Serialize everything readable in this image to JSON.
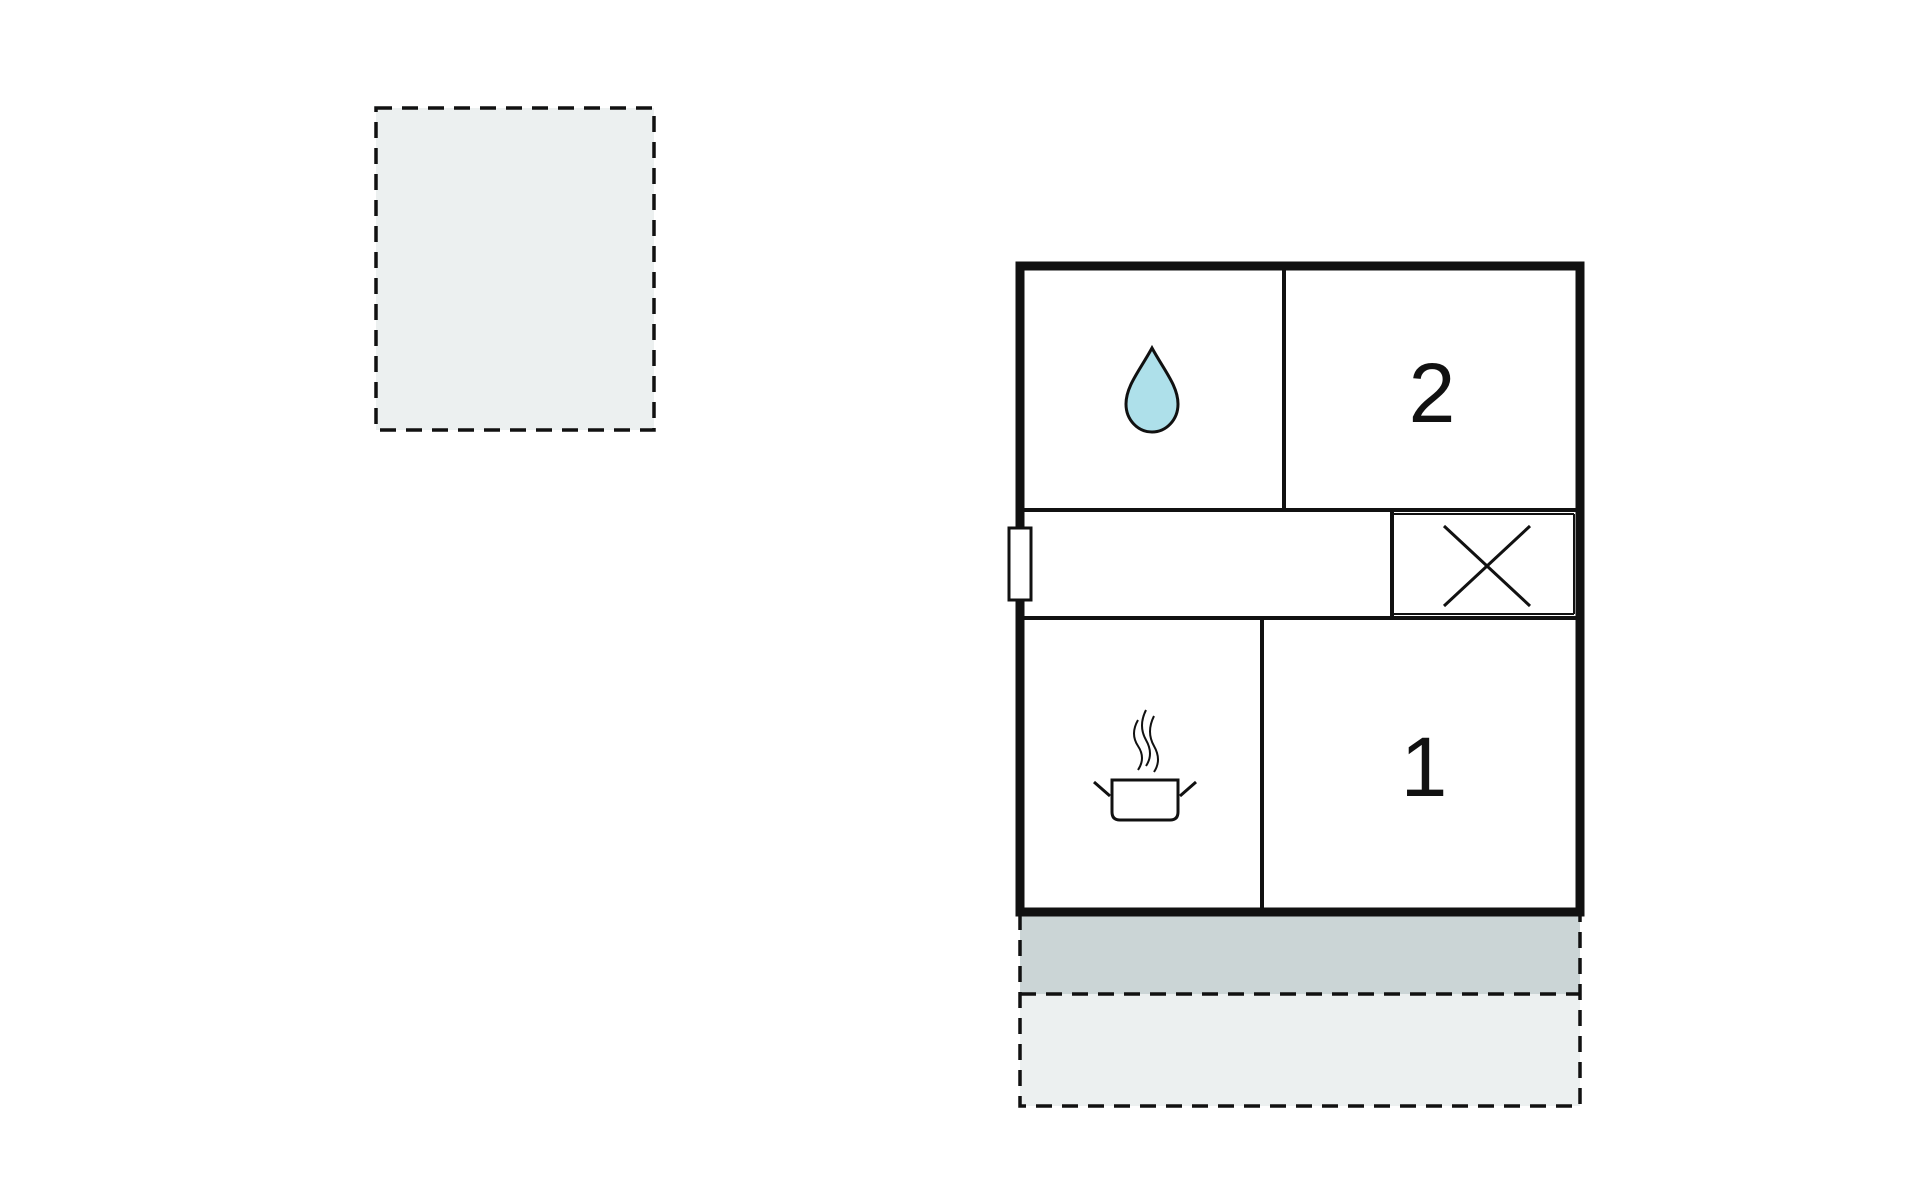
{
  "rooms": {
    "bedroom_top": {
      "number": "2",
      "icon": "bedroom-number"
    },
    "bedroom_bottom": {
      "number": "1",
      "icon": "bedroom-number"
    },
    "bathroom": {
      "icon": "water-drop-icon"
    },
    "kitchen": {
      "icon": "cooking-pot-icon"
    },
    "storage": {
      "icon": "cross-icon"
    }
  },
  "colors": {
    "wall": "#111111",
    "outdoor_area_fill": "#ecf0f0",
    "covered_terrace_fill": "#cbd5d6",
    "water_drop_fill": "#aee0ea",
    "background": "#ffffff"
  }
}
